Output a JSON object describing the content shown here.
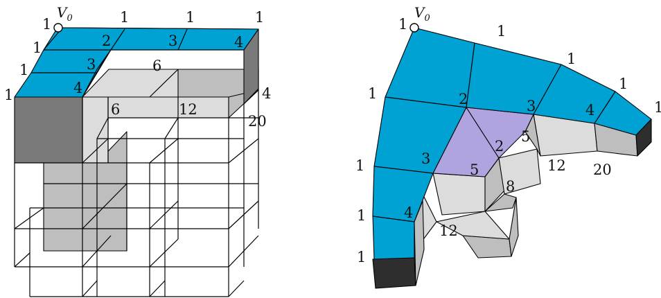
{
  "colors": {
    "blue": "#00A2D4",
    "purple": "#B0A4E0",
    "light_gray": "#DCDCDC",
    "mid_gray": "#BEBEBE",
    "dark_gray": "#7A7A7A",
    "black": "#2E2E2E"
  },
  "left": {
    "vertex_label": "V",
    "vertex_sub": "0",
    "labels": {
      "v0_count": "1",
      "top_1": "1",
      "top_2": "1",
      "top_3": "1",
      "left_1": "1",
      "left_2": "1",
      "left_3": "1",
      "diag_2": "2",
      "diag_3a": "3",
      "diag_3b": "3",
      "diag_4a": "4",
      "diag_4b": "4",
      "right_4": "4",
      "mid_6a": "6",
      "mid_6b": "6",
      "mid_12": "12",
      "right_20": "20"
    }
  },
  "right": {
    "vertex_label": "V",
    "vertex_sub": "0",
    "labels": {
      "v0_count": "1",
      "top_1": "1",
      "top_2": "1",
      "top_3": "1",
      "top_4": "1",
      "left_1": "1",
      "left_2": "1",
      "left_3": "1",
      "left_4": "1",
      "n2a": "2",
      "n3a": "3",
      "n3b": "3",
      "n4a": "4",
      "n4b": "4",
      "n2b": "2",
      "n5a": "5",
      "n5b": "5",
      "n8": "8",
      "n12a": "12",
      "n12b": "12",
      "n20": "20"
    }
  }
}
